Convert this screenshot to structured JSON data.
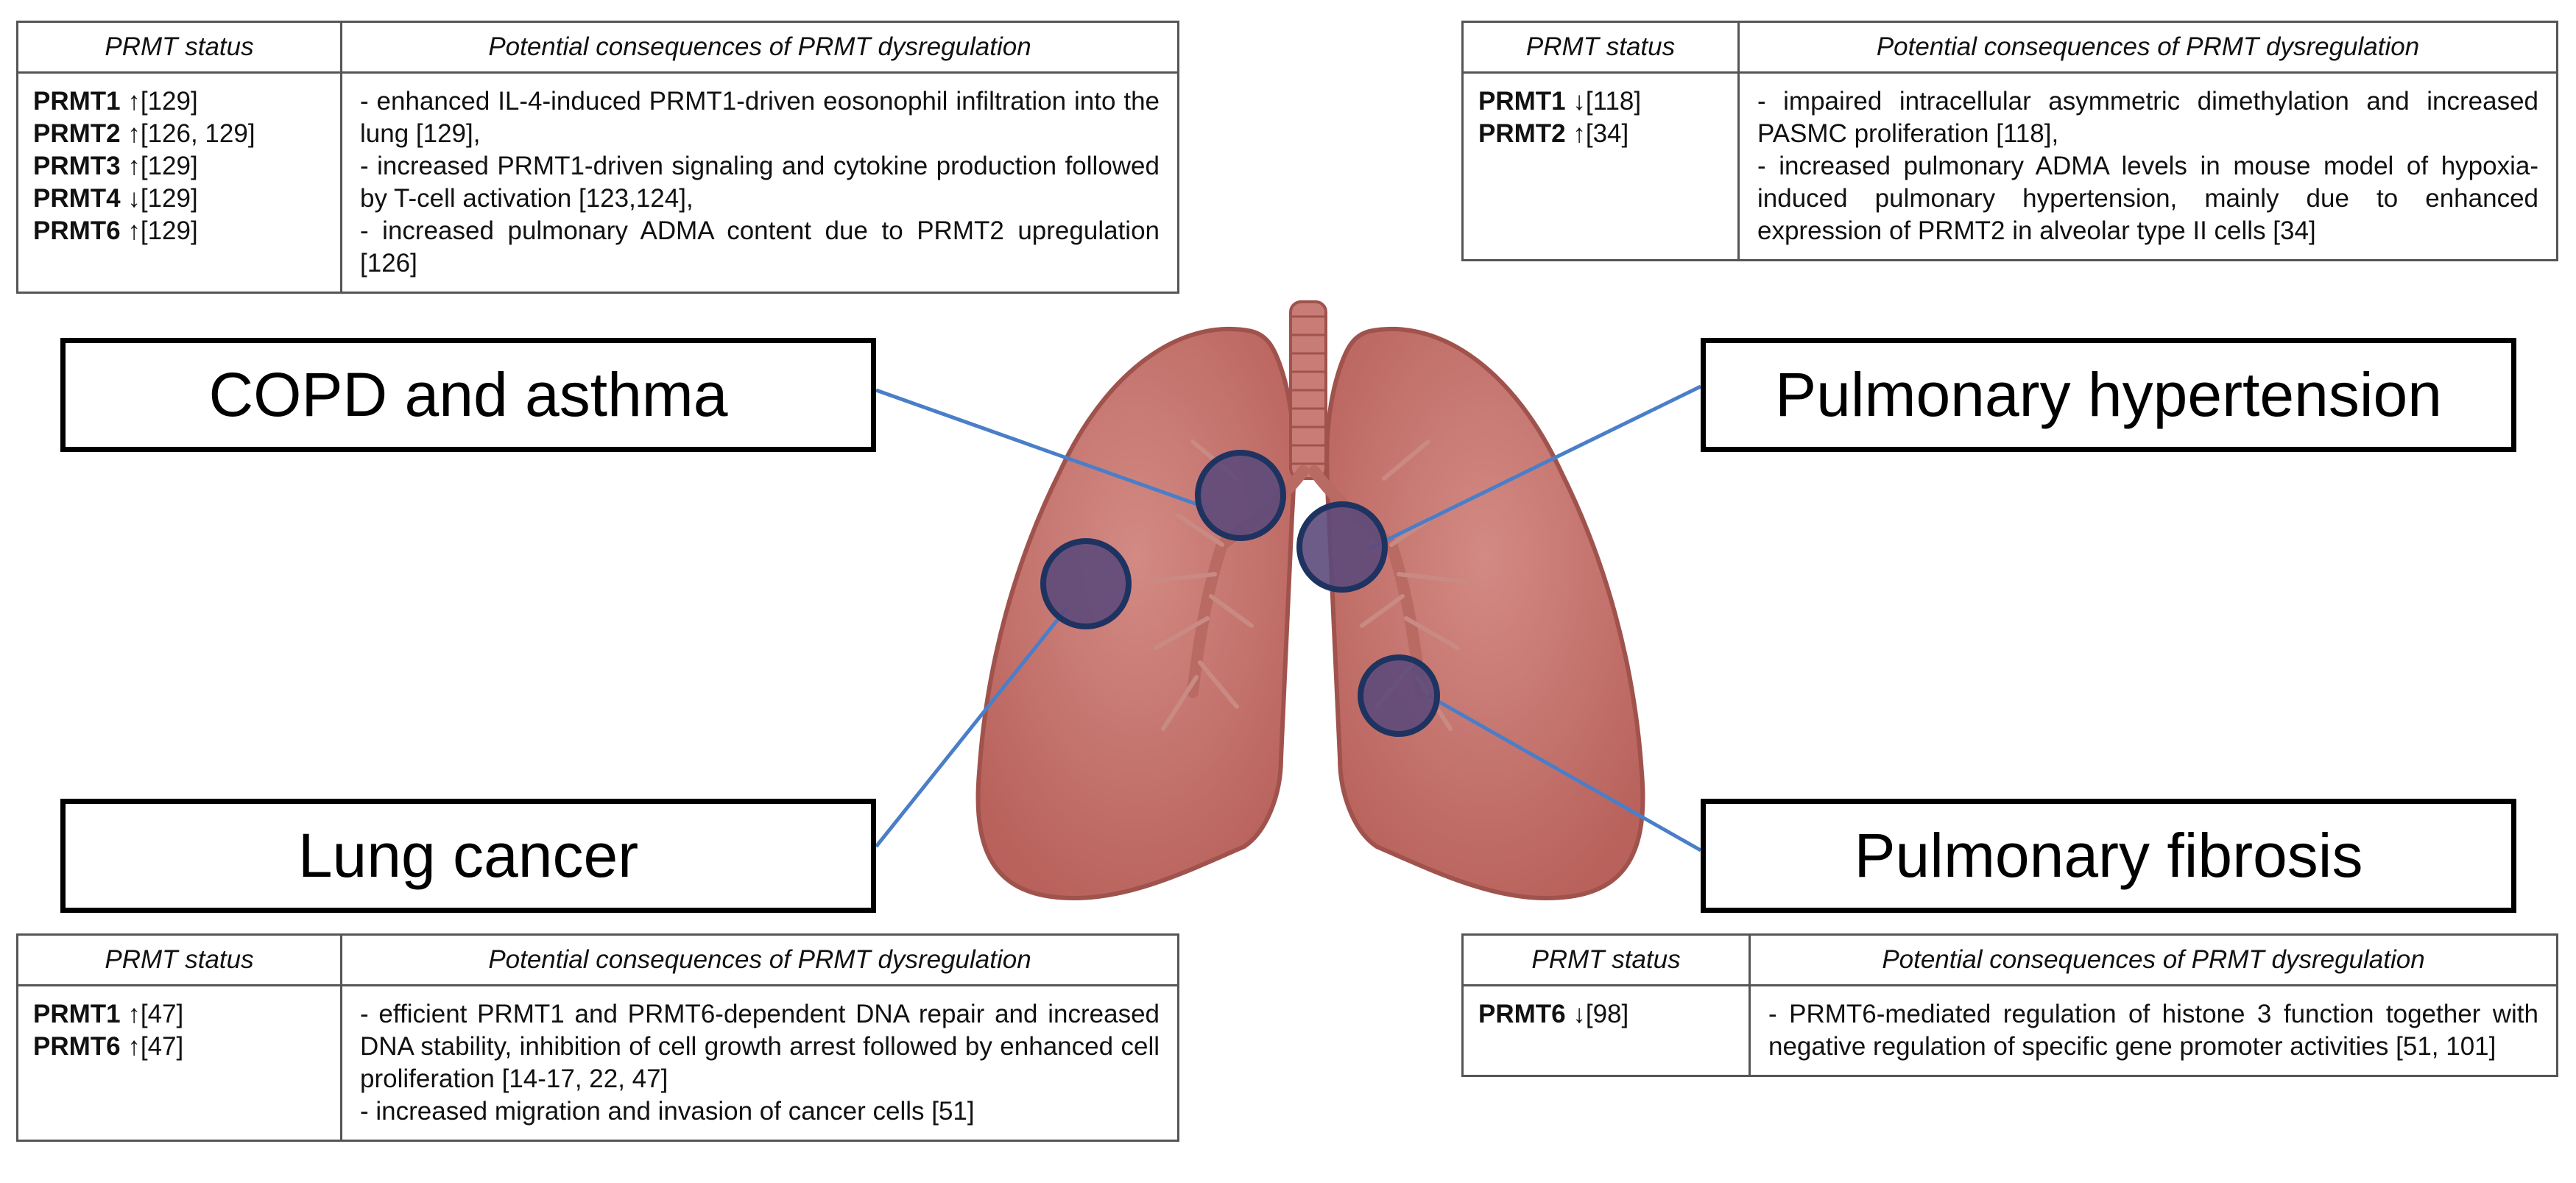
{
  "tables": {
    "copd": {
      "header_status": "PRMT status",
      "header_consequences": "Potential consequences of PRMT dysregulation",
      "status": [
        {
          "name": "PRMT1",
          "arrow": "↑",
          "ref": "[129]"
        },
        {
          "name": "PRMT2",
          "arrow": "↑",
          "ref": "[126, 129]"
        },
        {
          "name": "PRMT3",
          "arrow": "↑",
          "ref": "[129]"
        },
        {
          "name": "PRMT4",
          "arrow": "↓",
          "ref": "[129]"
        },
        {
          "name": "PRMT6",
          "arrow": "↑",
          "ref": "[129]"
        }
      ],
      "consequences": [
        "- enhanced IL-4-induced PRMT1-driven eosonophil infiltration into the lung [129],",
        "- increased PRMT1-driven signaling and cytokine production followed by T-cell activation [123,124],",
        "- increased pulmonary ADMA content due to PRMT2 upregulation [126]"
      ]
    },
    "hypertension": {
      "header_status": "PRMT status",
      "header_consequences": "Potential consequences of PRMT dysregulation",
      "status": [
        {
          "name": "PRMT1",
          "arrow": "↓",
          "ref": "[118]"
        },
        {
          "name": "PRMT2",
          "arrow": "↑",
          "ref": "[34]"
        }
      ],
      "consequences": [
        "- impaired intracellular asymmetric dimethylation and increased PASMC proliferation [118],",
        "- increased pulmonary ADMA levels in mouse model of hypoxia-induced pulmonary hypertension, mainly due to enhanced expression of PRMT2 in alveolar type II cells [34]"
      ]
    },
    "cancer": {
      "header_status": "PRMT status",
      "header_consequences": "Potential consequences of PRMT dysregulation",
      "status": [
        {
          "name": "PRMT1",
          "arrow": "↑",
          "ref": "[47]"
        },
        {
          "name": "PRMT6",
          "arrow": "↑",
          "ref": "[47]"
        }
      ],
      "consequences": [
        "- efficient PRMT1 and PRMT6-dependent DNA repair and increased DNA stability, inhibition of cell growth arrest followed by enhanced cell proliferation [14-17, 22, 47]",
        "- increased migration and invasion of cancer cells [51]"
      ]
    },
    "fibrosis": {
      "header_status": "PRMT status",
      "header_consequences": "Potential consequences of PRMT dysregulation",
      "status": [
        {
          "name": "PRMT6",
          "arrow": "↓",
          "ref": "[98]"
        }
      ],
      "consequences": [
        "- PRMT6-mediated regulation of histone 3 function together with negative regulation of specific gene promoter activities [51, 101]"
      ]
    }
  },
  "labels": {
    "copd": "COPD and asthma",
    "hypertension": "Pulmonary hypertension",
    "cancer": "Lung cancer",
    "fibrosis": "Pulmonary fibrosis"
  },
  "colors": {
    "lung_fill": "#c0716b",
    "lung_outline": "#a0524d",
    "marker_fill": "#5d4a7a",
    "marker_ring": "#1f3361",
    "connector": "#4a7ec8"
  }
}
